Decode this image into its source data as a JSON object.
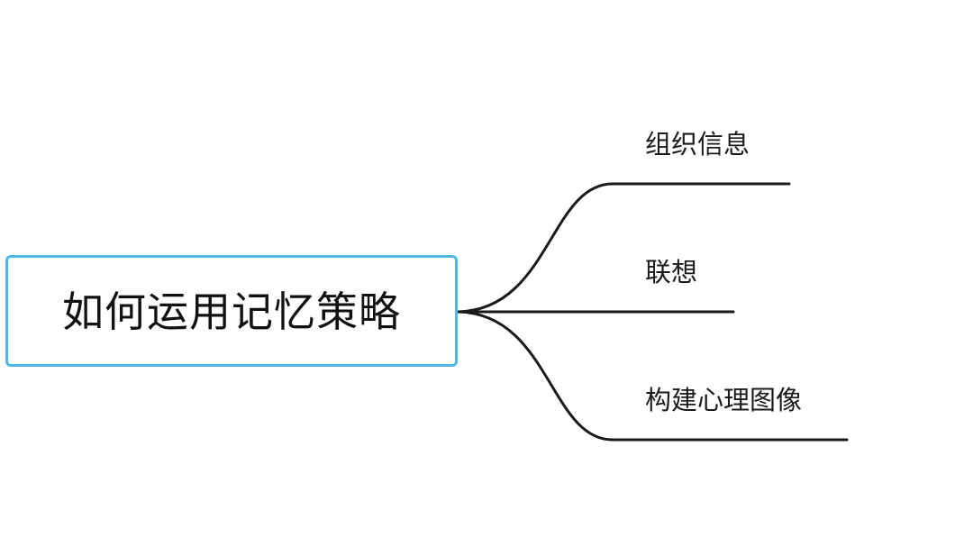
{
  "root": {
    "label": "如何运用记忆策略",
    "border_color": "#4db8e8"
  },
  "branches": [
    {
      "label": "组织信息"
    },
    {
      "label": "联想"
    },
    {
      "label": "构建心理图像"
    }
  ],
  "connector_color": "#1a1a1a"
}
